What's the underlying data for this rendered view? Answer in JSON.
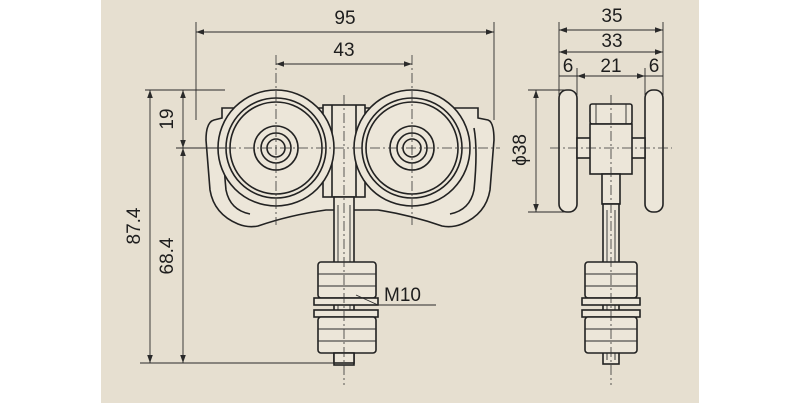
{
  "colors": {
    "background": "#ffffff",
    "paper": "#e6dfd0",
    "part_fill": "#ece6d9",
    "line": "#222222"
  },
  "labels": {
    "width_overall": "95",
    "hole_spacing": "43",
    "wheel_center_height": "19",
    "total_height": "87.4",
    "axle_to_bolt_end": "68.4",
    "bolt_thread": "M10",
    "depth_overall": "35",
    "depth_inner": "33",
    "left_flange": "6",
    "wheel_gap": "21",
    "right_flange": "6",
    "wheel_diameter": "ϕ38"
  }
}
